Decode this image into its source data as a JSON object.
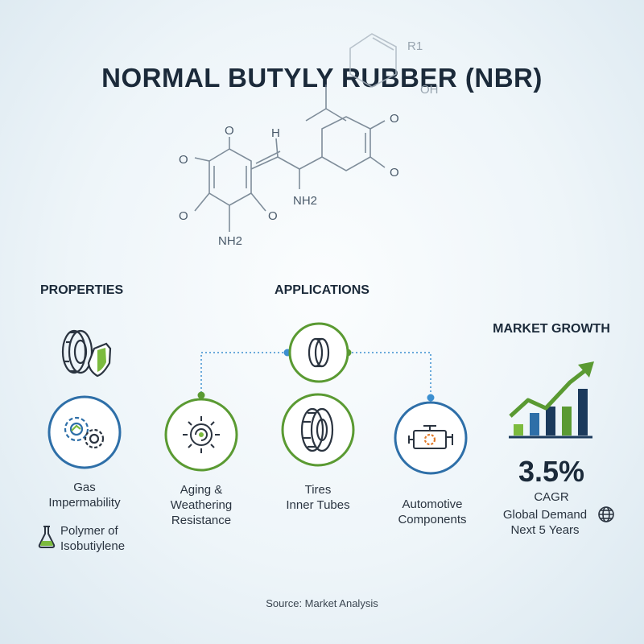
{
  "title": "NORMAL BUTYLY RUBBER (NBR)",
  "molecule": {
    "atoms": [
      "R1",
      "OH",
      "O",
      "O",
      "H",
      "O",
      "O",
      "O",
      "O",
      "NH2",
      "NH2"
    ]
  },
  "properties": {
    "heading": "PROPERTIES",
    "items": [
      {
        "label": "Gas Impermability",
        "lines": [
          "Gas",
          "Impermability"
        ]
      },
      {
        "label": "Polymer of Isobutiylene",
        "lines": [
          "Polymer of",
          "Isobutiylene"
        ]
      }
    ]
  },
  "applications": {
    "heading": "APPLICATIONS",
    "items": [
      {
        "lines": [
          "Aging &",
          "Weathering",
          "Resistance"
        ]
      },
      {
        "lines": [
          "Tires",
          "Inner Tubes"
        ]
      },
      {
        "lines": [
          "Automotive",
          "Components"
        ]
      }
    ]
  },
  "market": {
    "heading": "MARKET GROWTH",
    "cagr_value": "3.5%",
    "cagr_label": "CAGR",
    "demand_lines": [
      "Global Demand",
      "Next 5 Years"
    ]
  },
  "source": "Source: Market Analysis",
  "colors": {
    "green": "#5a9a32",
    "blue": "#2e6fa8",
    "navy": "#1b3a5c",
    "dot_blue": "#3c8fd0"
  }
}
